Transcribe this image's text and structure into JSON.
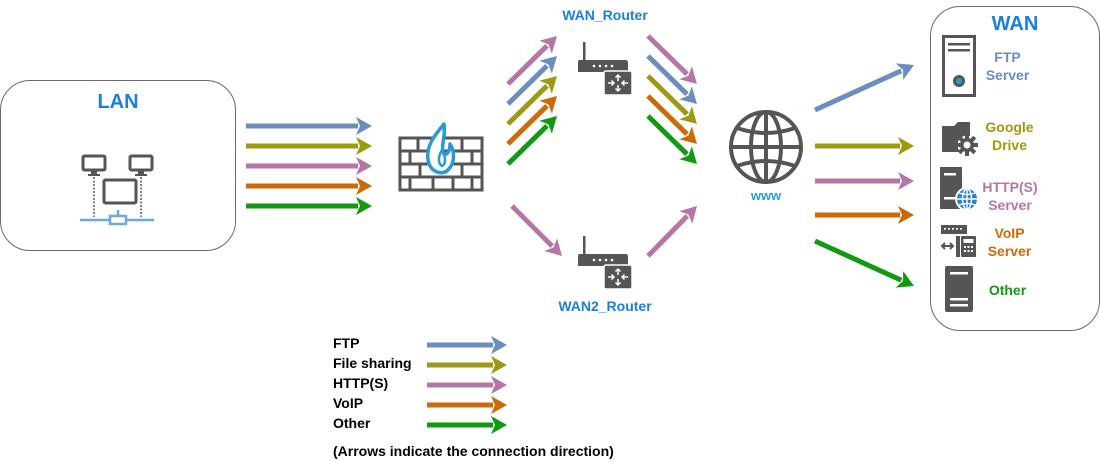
{
  "colors": {
    "ftp": "#6b8ebf",
    "file_sharing": "#9c9a12",
    "http": "#b676a4",
    "voip": "#cc6a0a",
    "other": "#119a11",
    "title_blue": "#1a7fe0",
    "icon_gray": "#555555",
    "network_blue": "#6fa8dc"
  },
  "lan": {
    "title": "LAN",
    "icon": "lan-network-icon"
  },
  "firewall": {
    "icon": "firewall-icon"
  },
  "wan_router": {
    "label": "WAN_Router",
    "icon": "router-icon"
  },
  "wan2_router": {
    "label": "WAN2_Router",
    "icon": "router-icon"
  },
  "internet": {
    "label": "www",
    "icon": "globe-icon"
  },
  "wan": {
    "title": "WAN",
    "services": [
      {
        "line1": "FTP",
        "line2": "Server",
        "color_key": "ftp",
        "icon": "server-icon"
      },
      {
        "line1": "Google",
        "line2": "Drive",
        "color_key": "file_sharing",
        "icon": "folder-gear-icon"
      },
      {
        "line1": "HTTP(S)",
        "line2": "Server",
        "color_key": "http",
        "icon": "web-server-icon"
      },
      {
        "line1": "VoIP",
        "line2": "Server",
        "color_key": "voip",
        "icon": "voip-phone-icon"
      },
      {
        "line1": "Other",
        "line2": "",
        "color_key": "other",
        "icon": "tower-server-icon"
      }
    ]
  },
  "legend": {
    "items": [
      {
        "label": "FTP",
        "color_key": "ftp"
      },
      {
        "label": "File sharing",
        "color_key": "file_sharing"
      },
      {
        "label": "HTTP(S)",
        "color_key": "http"
      },
      {
        "label": "VoIP",
        "color_key": "voip"
      },
      {
        "label": "Other",
        "color_key": "other"
      }
    ],
    "note": "(Arrows indicate the connection direction)"
  },
  "flows": {
    "lan_to_firewall": [
      "ftp",
      "file_sharing",
      "http",
      "voip",
      "other"
    ],
    "firewall_to_wan_router": [
      "http",
      "ftp",
      "file_sharing",
      "voip",
      "other"
    ],
    "wan_router_to_www": [
      "http",
      "ftp",
      "file_sharing",
      "voip",
      "other"
    ],
    "firewall_to_wan2_router": [
      "http"
    ],
    "wan2_router_to_www": [
      "http"
    ],
    "www_to_services": [
      "ftp",
      "file_sharing",
      "http",
      "voip",
      "other"
    ]
  }
}
